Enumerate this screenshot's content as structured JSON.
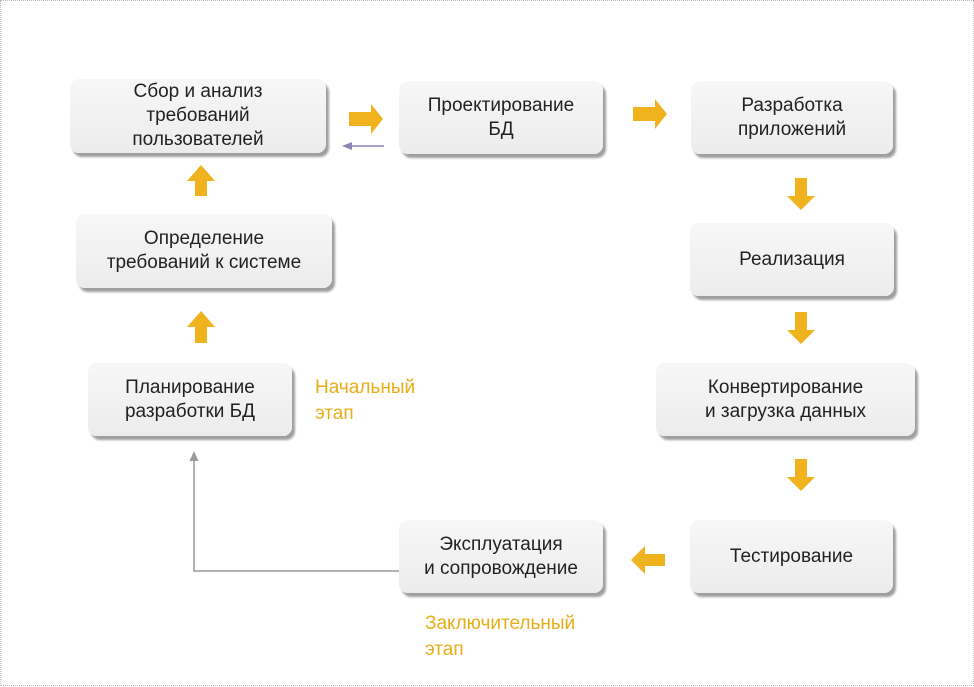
{
  "diagram": {
    "nodes": {
      "requirements_collection": [
        "Сбор и анализ",
        "требований",
        "пользователей"
      ],
      "db_design": [
        "Проектирование",
        "БД"
      ],
      "app_development": [
        "Разработка",
        "приложений"
      ],
      "implementation": [
        "Реализация"
      ],
      "conversion_loading": [
        "Конвертирование",
        "и загрузка данных"
      ],
      "testing": [
        "Тестирование"
      ],
      "operation_support": [
        "Эксплуатация",
        "и сопровождение"
      ],
      "db_planning": [
        "Планирование",
        "разработки БД"
      ],
      "system_requirements": [
        "Определение",
        "требований к системе"
      ]
    },
    "stage_labels": {
      "initial": [
        "Начальный",
        "этап"
      ],
      "final": [
        "Заключительный",
        "этап"
      ]
    },
    "colors": {
      "arrow": "#f0b21d",
      "stage_text": "#e8ad17",
      "feedback_line": "#9a9a9a",
      "feedback_arrow": "#8f86b8",
      "box_fill": "#f1f1f1"
    }
  }
}
